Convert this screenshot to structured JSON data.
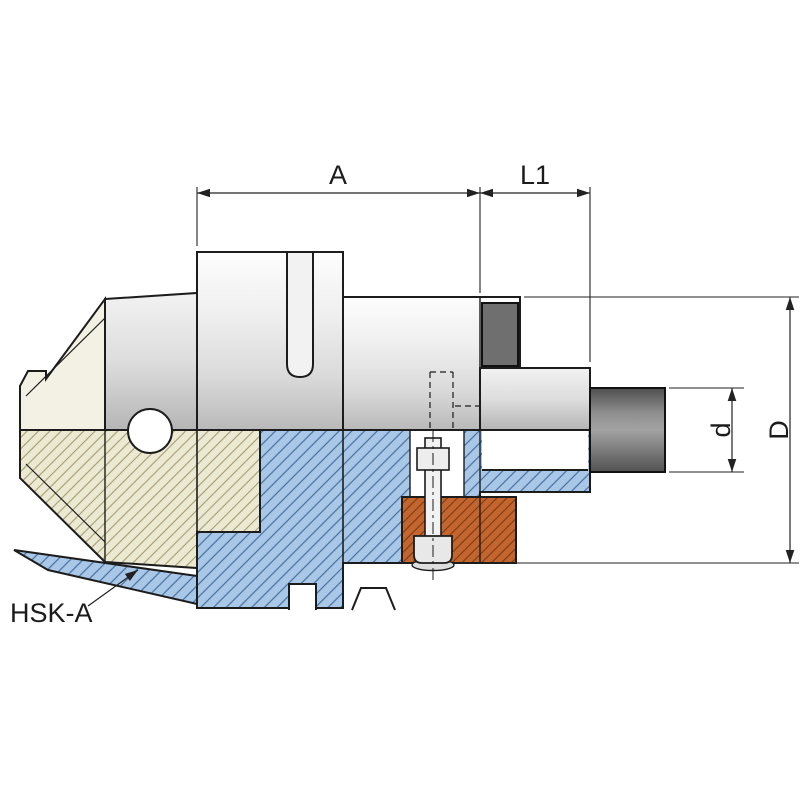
{
  "labels": {
    "dim_length_a": "A",
    "dim_length_l1": "L1",
    "dim_diameter_small": "d",
    "dim_diameter_large": "D",
    "shank_standard": "HSK-A"
  },
  "colors": {
    "body_section": "#a9c7e6",
    "body_section_hatch": "#46709f",
    "shank_section": "#ece9d2",
    "shank_section_hatch": "#a39c74",
    "shank_face": "#f3f1e4",
    "clamp_section": "#c2652f",
    "clamp_section_hatch": "#7d3a10",
    "tool_gray": "#6f6f6f"
  }
}
